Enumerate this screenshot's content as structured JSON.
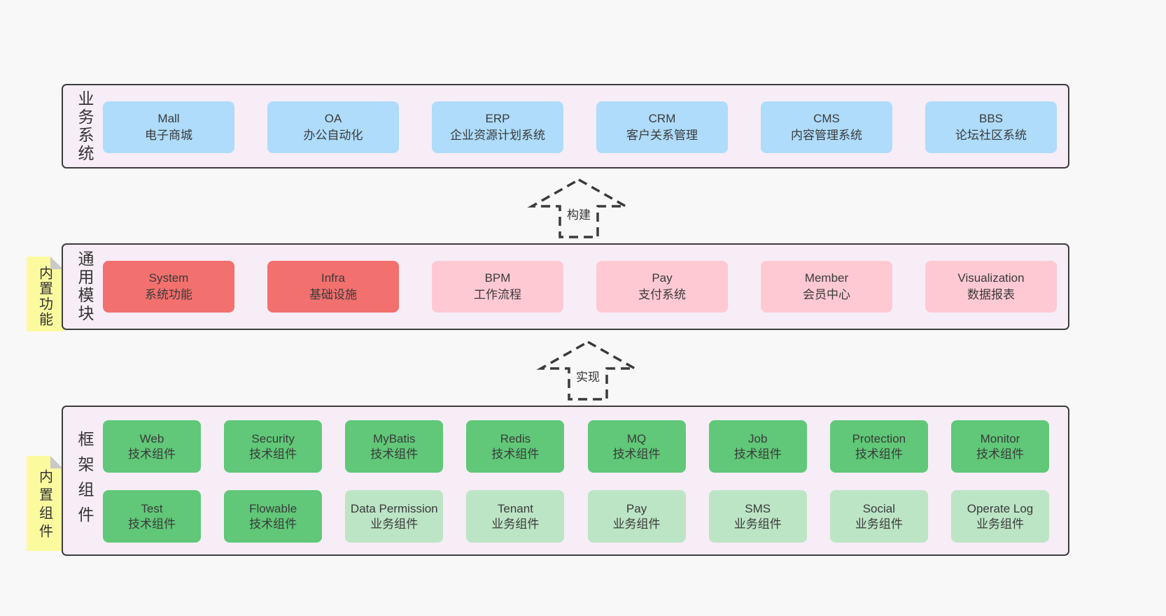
{
  "colors": {
    "page_bg": "#f8f8f8",
    "panel_bg": "#f7edf6",
    "panel_border": "#3c3c3c",
    "box_blue": "#aedcfa",
    "box_red": "#f2706e",
    "box_pink": "#fec9d3",
    "box_green": "#60c878",
    "box_green_light": "#bce5c5",
    "note_yellow": "#fcfa9f",
    "note_fold_gray": "#c9c9c9",
    "text": "#3a3a3a"
  },
  "business": {
    "label": "业务系统",
    "boxes": [
      {
        "title": "Mall",
        "subtitle": "电子商城"
      },
      {
        "title": "OA",
        "subtitle": "办公自动化"
      },
      {
        "title": "ERP",
        "subtitle": "企业资源计划系统"
      },
      {
        "title": "CRM",
        "subtitle": "客户关系管理"
      },
      {
        "title": "CMS",
        "subtitle": "内容管理系统"
      },
      {
        "title": "BBS",
        "subtitle": "论坛社区系统"
      }
    ]
  },
  "arrows": {
    "build": "构建",
    "implement": "实现"
  },
  "common": {
    "label": "通用模块",
    "note": "内置功能",
    "boxes": [
      {
        "title": "System",
        "subtitle": "系统功能"
      },
      {
        "title": "Infra",
        "subtitle": "基础设施"
      },
      {
        "title": "BPM",
        "subtitle": "工作流程"
      },
      {
        "title": "Pay",
        "subtitle": "支付系统"
      },
      {
        "title": "Member",
        "subtitle": "会员中心"
      },
      {
        "title": "Visualization",
        "subtitle": "数据报表"
      }
    ]
  },
  "framework": {
    "label": "框架组件",
    "note": "内置组件",
    "row1": [
      {
        "title": "Web",
        "subtitle": "技术组件"
      },
      {
        "title": "Security",
        "subtitle": "技术组件"
      },
      {
        "title": "MyBatis",
        "subtitle": "技术组件"
      },
      {
        "title": "Redis",
        "subtitle": "技术组件"
      },
      {
        "title": "MQ",
        "subtitle": "技术组件"
      },
      {
        "title": "Job",
        "subtitle": "技术组件"
      },
      {
        "title": "Protection",
        "subtitle": "技术组件"
      },
      {
        "title": "Monitor",
        "subtitle": "技术组件"
      }
    ],
    "row2": [
      {
        "title": "Test",
        "subtitle": "技术组件"
      },
      {
        "title": "Flowable",
        "subtitle": "技术组件"
      },
      {
        "title": "Data Permission",
        "subtitle": "业务组件"
      },
      {
        "title": "Tenant",
        "subtitle": "业务组件"
      },
      {
        "title": "Pay",
        "subtitle": "业务组件"
      },
      {
        "title": "SMS",
        "subtitle": "业务组件"
      },
      {
        "title": "Social",
        "subtitle": "业务组件"
      },
      {
        "title": "Operate Log",
        "subtitle": "业务组件"
      }
    ]
  }
}
